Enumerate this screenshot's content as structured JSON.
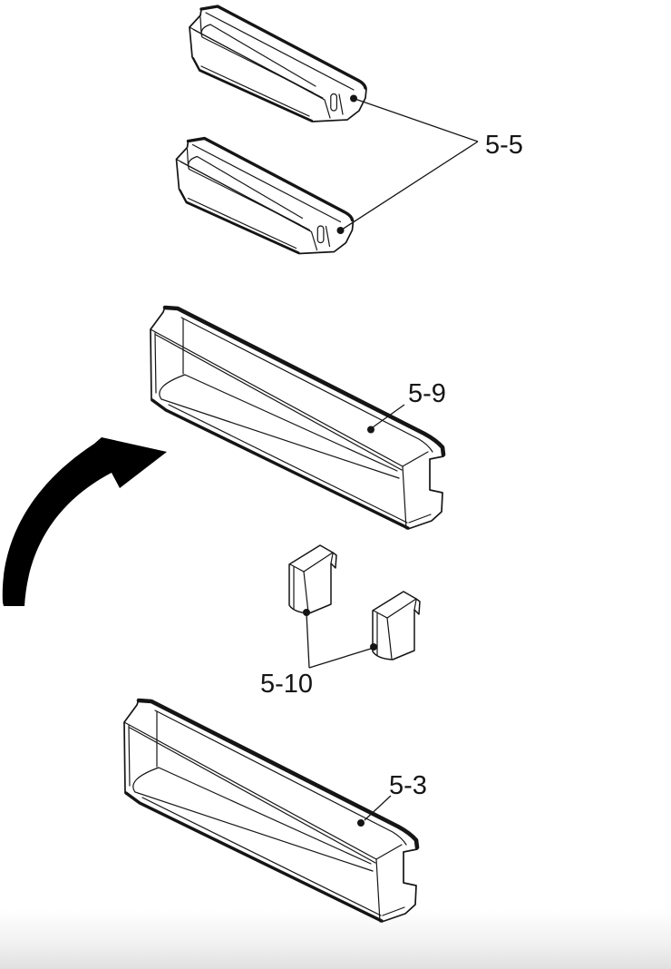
{
  "diagram": {
    "background_color": "#ffffff",
    "line_color": "#151515",
    "arrow_color": "#000000",
    "labels": [
      {
        "id": "5-5",
        "text": "5-5"
      },
      {
        "id": "5-9",
        "text": "5-9"
      },
      {
        "id": "5-10",
        "text": "5-10"
      },
      {
        "id": "5-3",
        "text": "5-3"
      }
    ]
  }
}
